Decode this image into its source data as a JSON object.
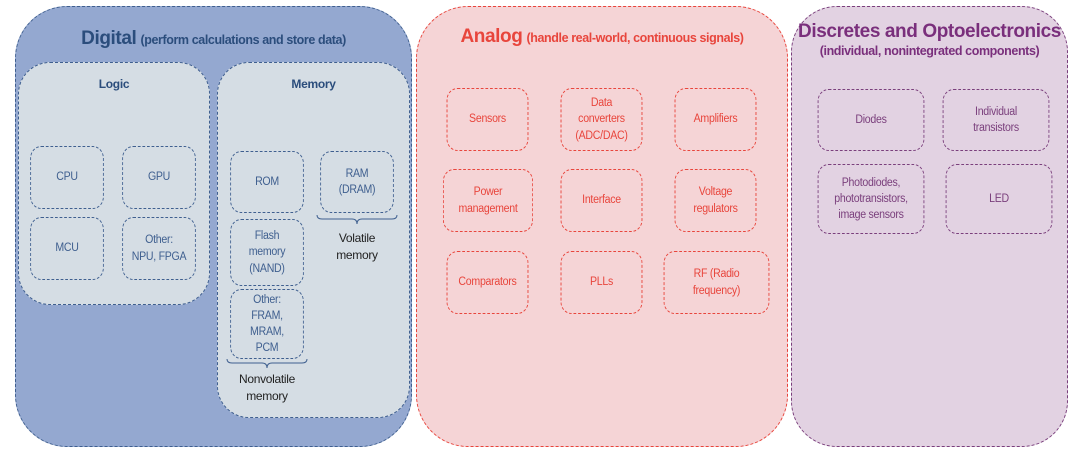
{
  "colors": {
    "digital_fill": "#94a8d0",
    "digital_inner_fill": "#d5dde4",
    "digital_stroke": "#3f5f8f",
    "digital_title": "#2b4d7c",
    "analog_fill": "#f5d4d6",
    "analog_stroke": "#e8453c",
    "discretes_fill": "#e2d2e2",
    "discretes_stroke": "#7a3f7c"
  },
  "digital": {
    "title": "Digital",
    "subtitle": "(perform calculations and store data)",
    "logic": {
      "title": "Logic",
      "items": [
        "CPU",
        "GPU",
        "MCU",
        "Other:\nNPU, FPGA"
      ]
    },
    "memory": {
      "title": "Memory",
      "nonvolatile": [
        "ROM",
        "Flash\nmemory\n(NAND)",
        "Other:\nFRAM,\nMRAM,\nPCM"
      ],
      "volatile": [
        "RAM\n(DRAM)"
      ],
      "volatile_label": "Volatile\nmemory",
      "nonvolatile_label": "Nonvolatile\nmemory"
    }
  },
  "analog": {
    "title": "Analog",
    "subtitle": "(handle real-world, continuous signals)",
    "items": [
      "Sensors",
      "Data\nconverters\n(ADC/DAC)",
      "Amplifiers",
      "Power\nmanagement",
      "Interface",
      "Voltage\nregulators",
      "Comparators",
      "PLLs",
      "RF (Radio\nfrequency)"
    ]
  },
  "discretes": {
    "title": "Discretes and Optoelectronics",
    "subtitle": "(individual, nonintegrated components)",
    "items": [
      "Diodes",
      "Individual\ntransistors",
      "Photodiodes,\nphototransistors,\nimage sensors",
      "LED"
    ]
  }
}
